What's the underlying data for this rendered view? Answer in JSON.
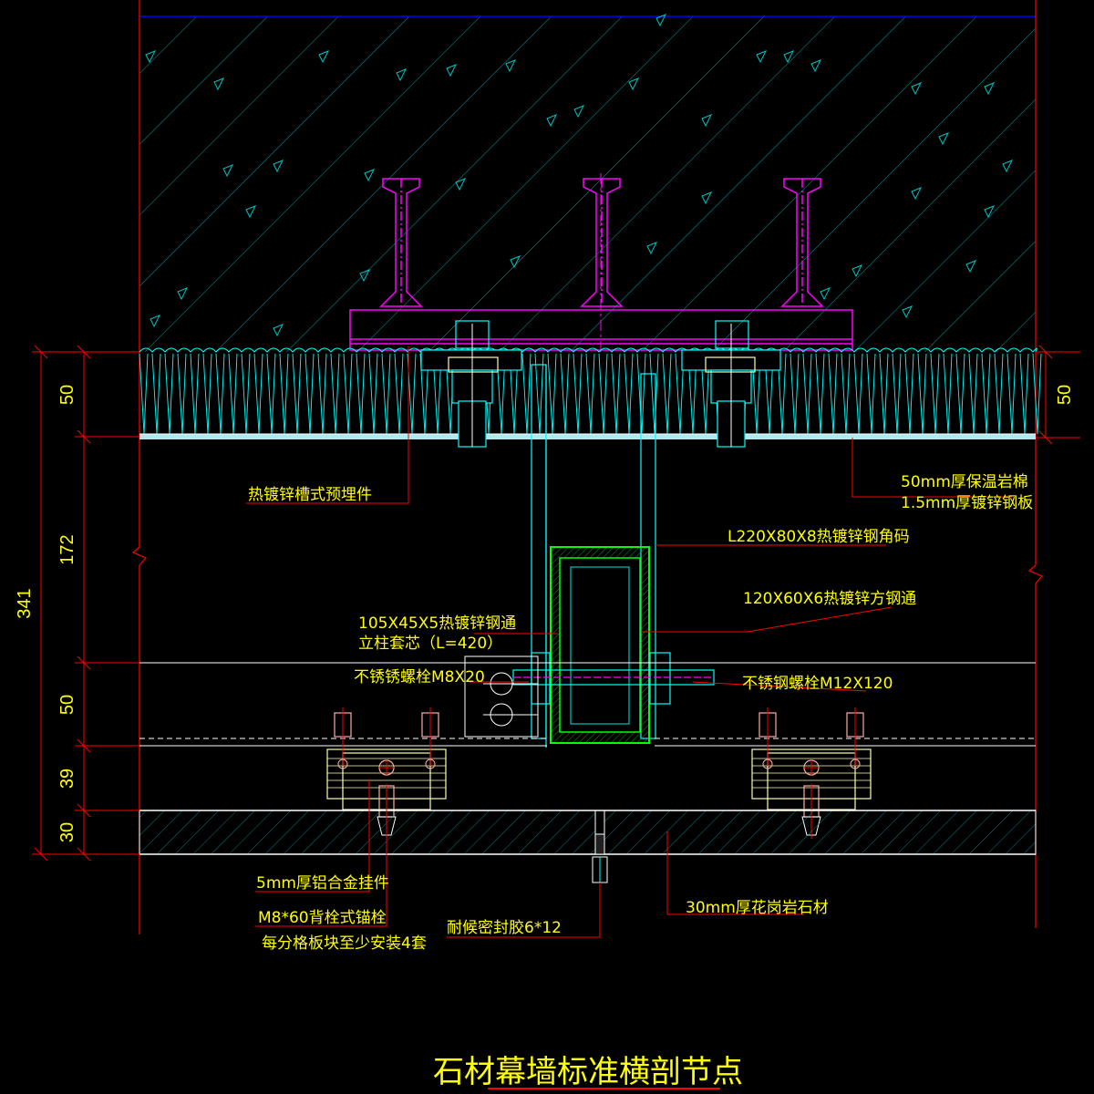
{
  "title": "石材幕墙标准横剖节点",
  "colors": {
    "background": "#000000",
    "text": "#ffff00",
    "leader": "#ff0000",
    "hatch": "#00c0c0",
    "insulation": "#00ffff",
    "embedded": "#ff00ff",
    "tube": "#00ff00",
    "bolt": "#ffaaaa",
    "bracket": "#ffffaa",
    "grid": "#ffffff",
    "title_underline": "#ff0000"
  },
  "labels": {
    "embedded_part": "热镀锌槽式预埋件",
    "insulation_1": "50mm厚保温岩棉",
    "insulation_2": "1.5mm厚镀锌钢板",
    "angle_bracket": "L220X80X8热镀锌钢角码",
    "square_tube": "120X60X6热镀锌方钢通",
    "sleeve_1": "105X45X5热镀锌钢通",
    "sleeve_2": "立柱套芯（L=420）",
    "bolt_m8": "不锈锈螺栓M8X20",
    "bolt_m12": "不锈钢螺栓M12X120",
    "hanger": "5mm厚铝合金挂件",
    "anchor_1": "M8*60背栓式锚栓",
    "anchor_2": "每分格板块至少安装4套",
    "sealant": "耐候密封胶6*12",
    "granite": "30mm厚花岗岩石材"
  },
  "dimensions": {
    "left": [
      "50",
      "172",
      "50",
      "39",
      "30"
    ],
    "total": "341",
    "right": "50"
  },
  "icons": [
    "concrete-hatch",
    "i-beam-anchor",
    "bolt-icon",
    "break-line-icon"
  ]
}
